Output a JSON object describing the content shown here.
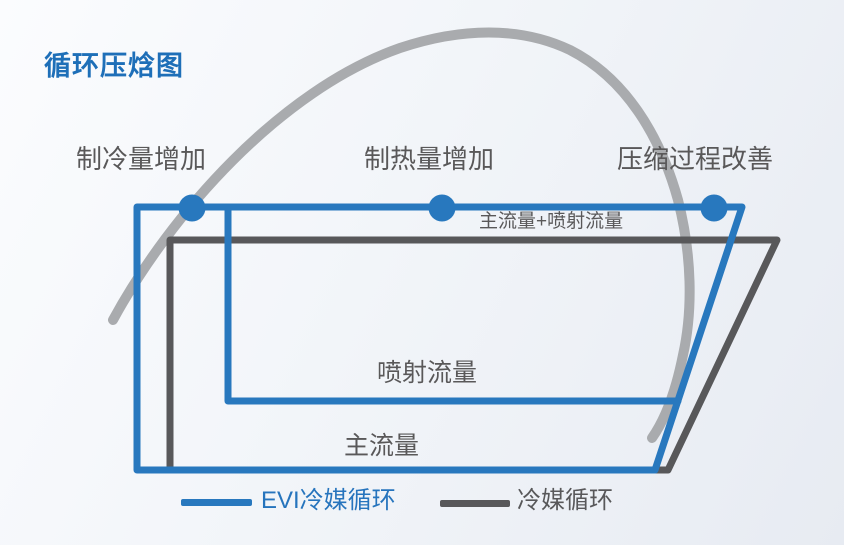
{
  "title": "循环压焓图",
  "annotations": [
    {
      "id": "cooling",
      "label": "制冷量增加"
    },
    {
      "id": "heating",
      "label": "制热量增加"
    },
    {
      "id": "compression",
      "label": "压缩过程改善"
    }
  ],
  "flow_labels": {
    "combined": "主流量+喷射流量",
    "injection": "喷射流量",
    "main": "主流量"
  },
  "legend": {
    "evi": {
      "label": "EVI冷媒循环",
      "color": "#2878be"
    },
    "standard": {
      "label": "冷媒循环",
      "color": "#58585a"
    }
  },
  "colors": {
    "evi_blue": "#2878be",
    "cycle_gray": "#58585a",
    "dome_gray": "#a9abae",
    "title_blue": "#1e6fb8",
    "label_gray": "#595859"
  }
}
